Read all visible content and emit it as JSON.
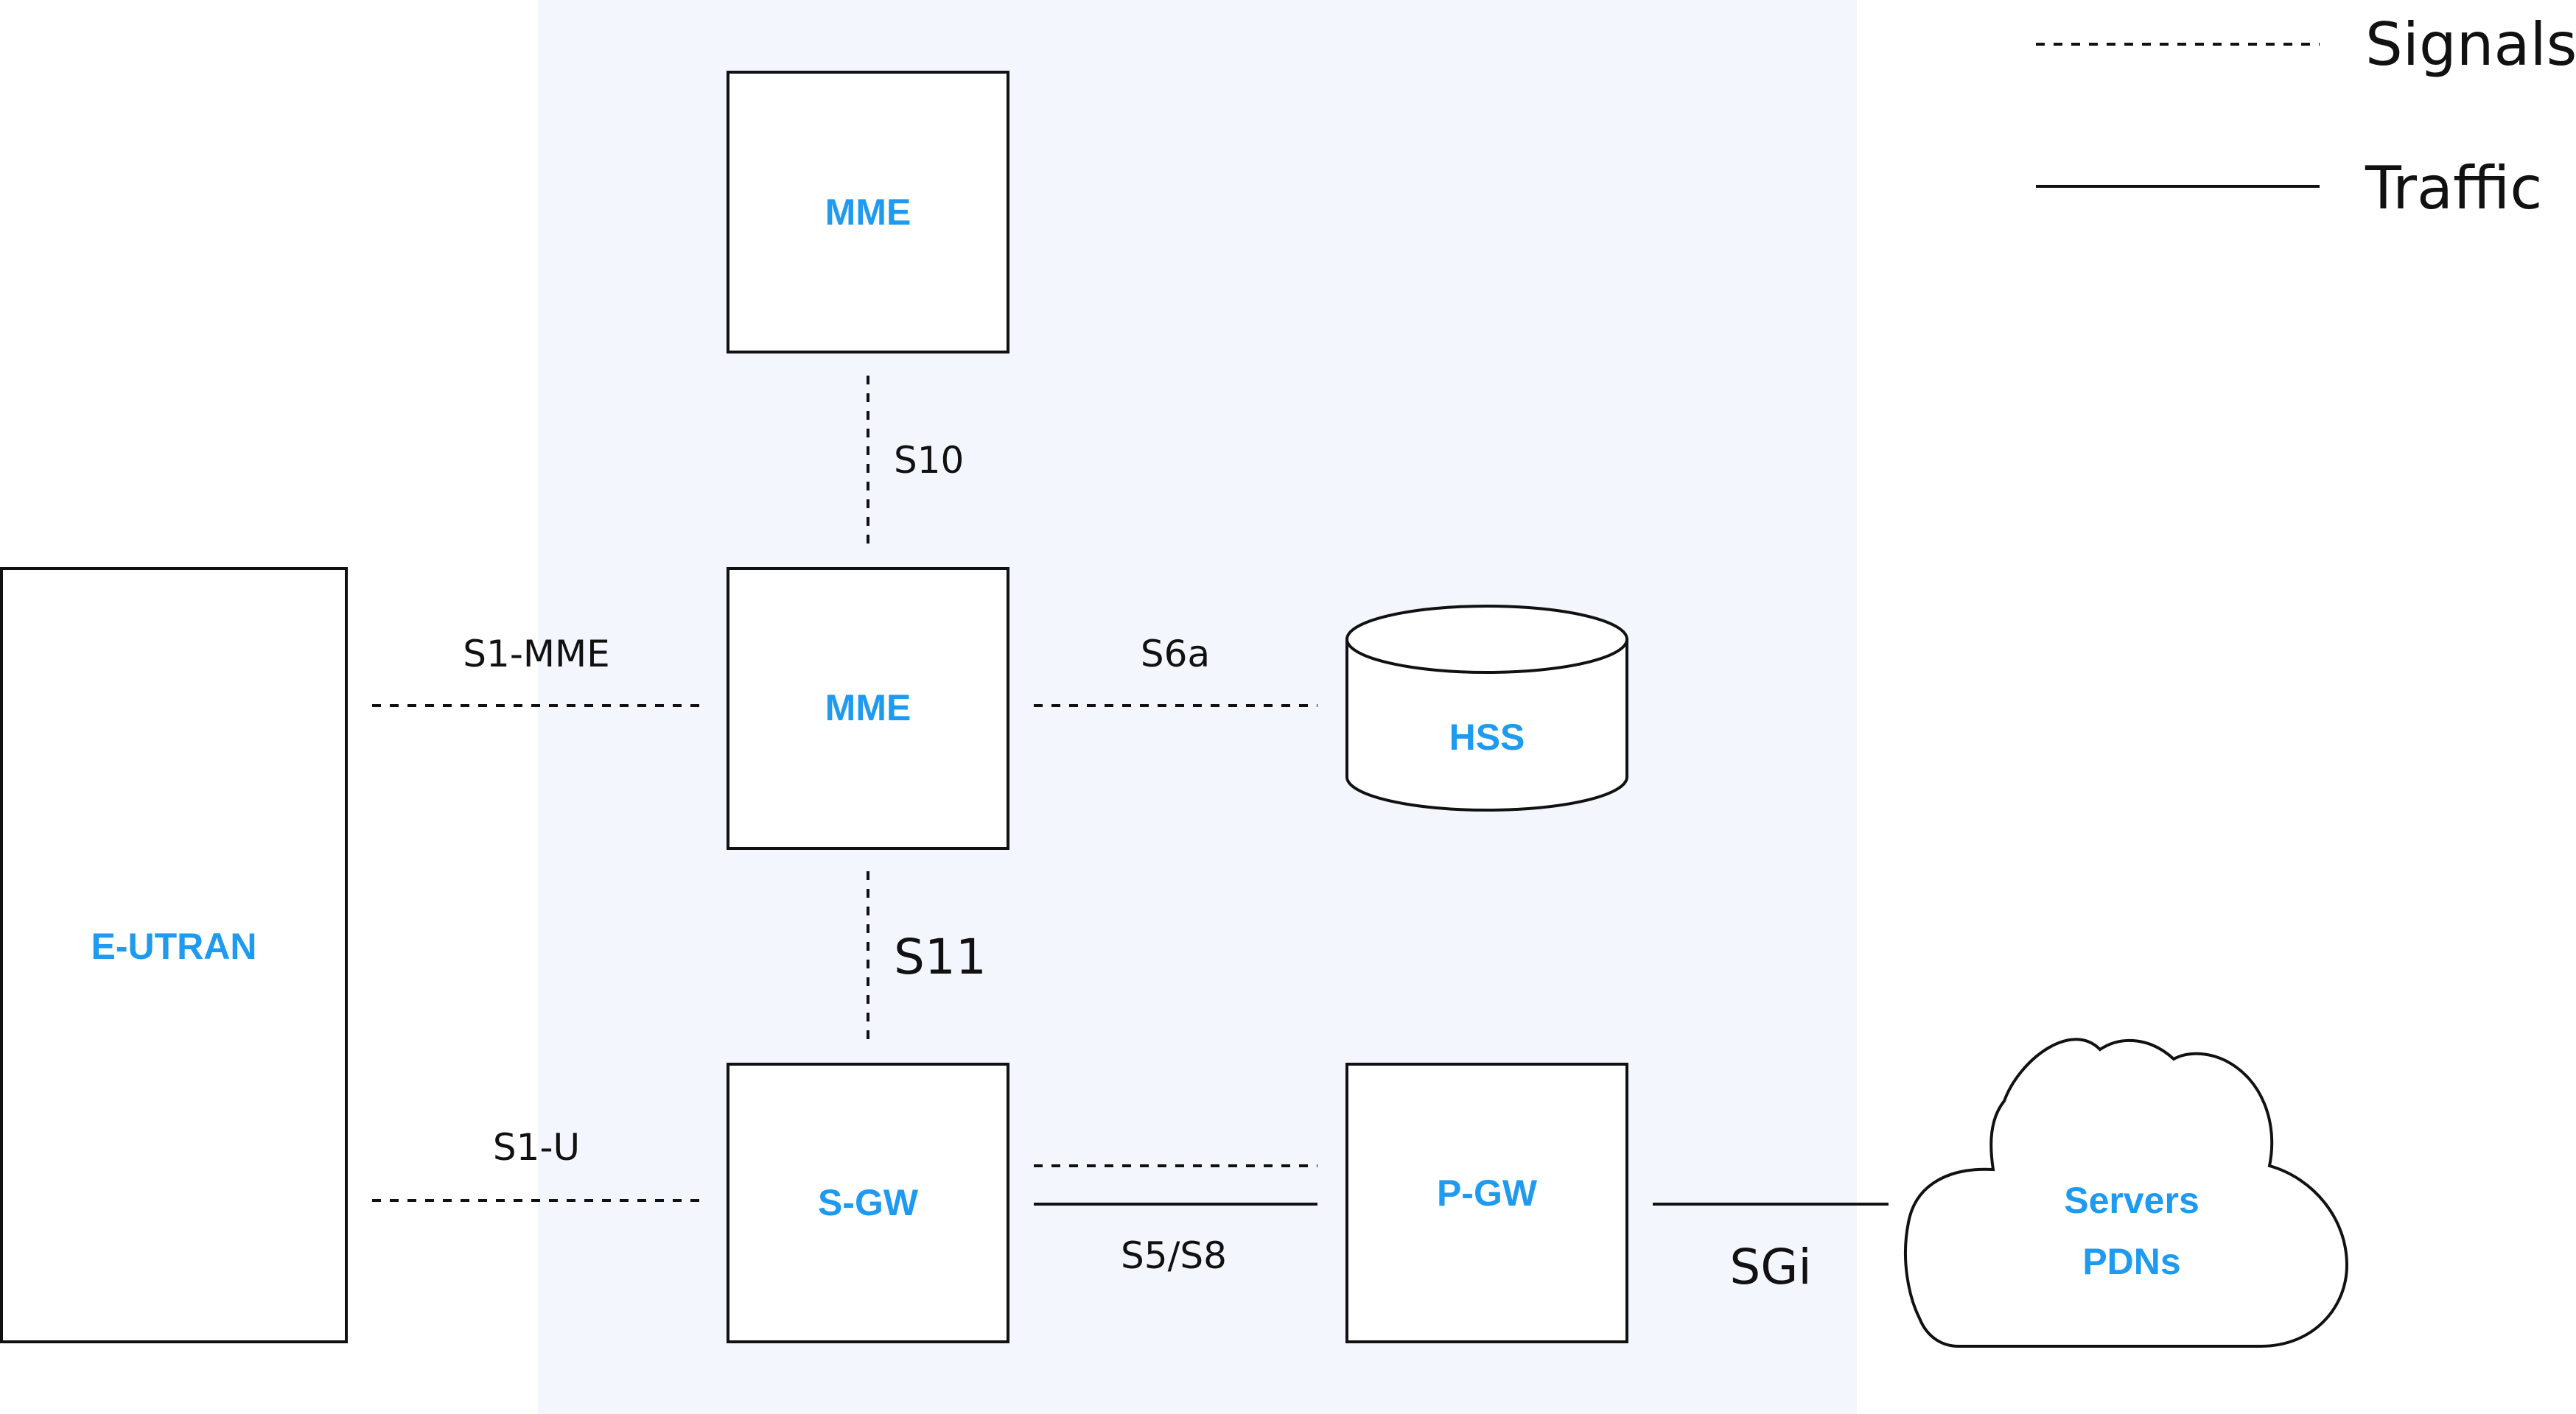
{
  "colors": {
    "core_background": "#f3f7fd",
    "node_label": "#1e9af0",
    "stroke": "#111111",
    "text": "#111111",
    "node_fill": "#ffffff"
  },
  "legend": {
    "signals_label": "Signals",
    "traffic_label": "Traffic"
  },
  "nodes": {
    "eutran": "E-UTRAN",
    "mme_top": "MME",
    "mme_main": "MME",
    "hss": "HSS",
    "sgw": "S-GW",
    "pgw": "P-GW",
    "servers_line1": "Servers",
    "servers_line2": "PDNs"
  },
  "interfaces": {
    "s10": "S10",
    "s1_mme": "S1-MME",
    "s6a": "S6a",
    "s11": "S11",
    "s1_u": "S1-U",
    "s5_s8": "S5/S8",
    "sgi": "SGi"
  },
  "icons": {
    "hss": "database-cylinder-icon",
    "servers": "cloud-icon"
  }
}
